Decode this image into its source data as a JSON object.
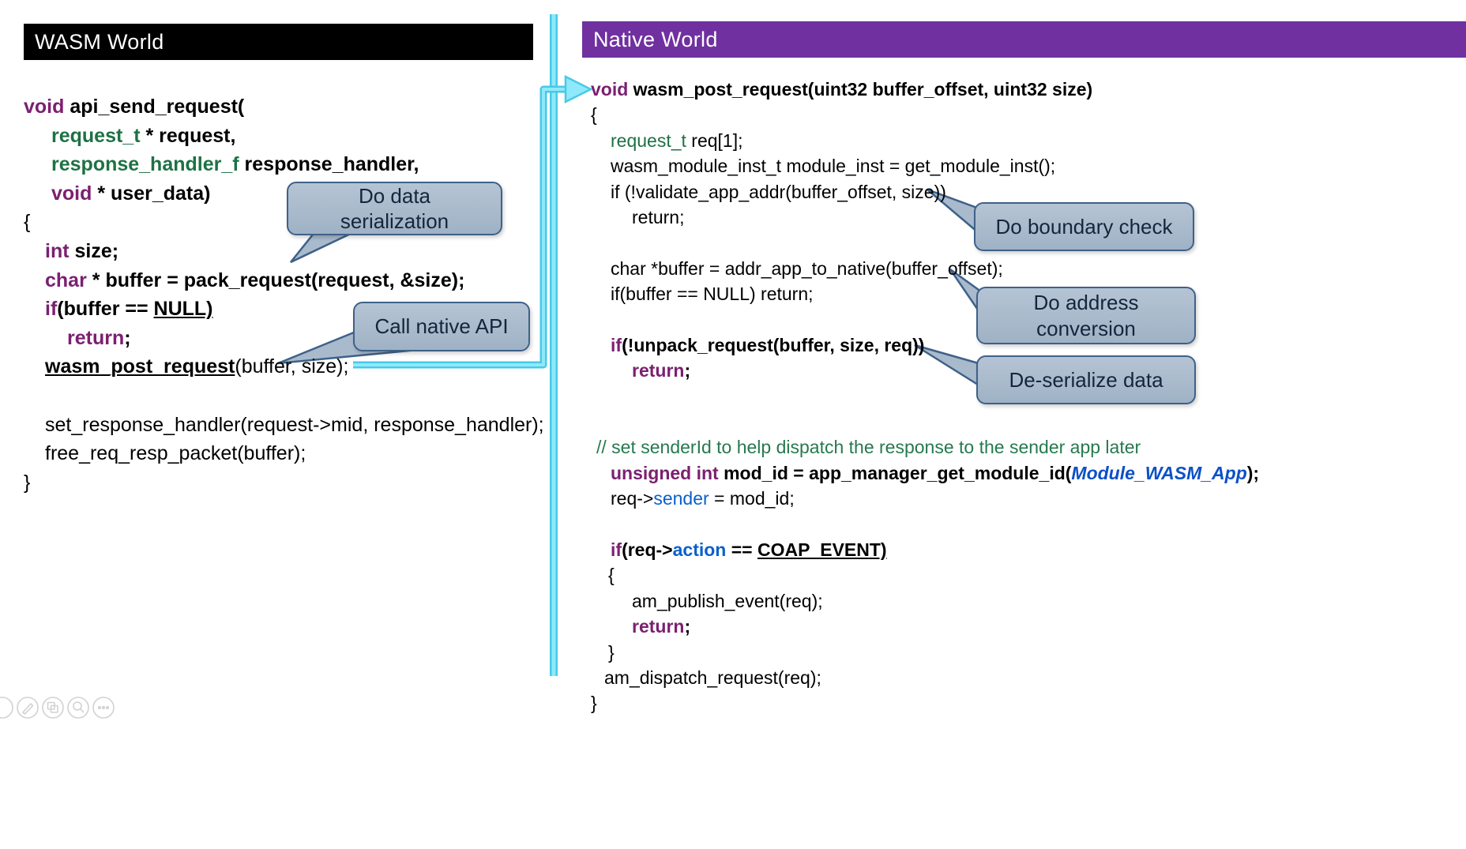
{
  "headers": {
    "wasm": "WASM World",
    "native": "Native World"
  },
  "callouts": [
    {
      "id": "data-serialization",
      "label": "Do data\nserialization"
    },
    {
      "id": "call-native-api",
      "label": "Call native API"
    },
    {
      "id": "boundary-check",
      "label": "Do boundary check"
    },
    {
      "id": "address-conversion",
      "label": "Do address\nconversion"
    },
    {
      "id": "deserialize-data",
      "label": "De-serialize data"
    }
  ],
  "wasm_code": {
    "lines": [
      {
        "indent": 0,
        "seg": [
          {
            "t": "void ",
            "s": "kw"
          },
          {
            "t": "api_send_request(",
            "s": "b"
          }
        ]
      },
      {
        "indent": 35,
        "seg": [
          {
            "t": "request_t ",
            "s": "ty"
          },
          {
            "t": "* request,",
            "s": "b"
          }
        ]
      },
      {
        "indent": 35,
        "seg": [
          {
            "t": "response_handler_f ",
            "s": "ty"
          },
          {
            "t": "response_handler,",
            "s": "b"
          }
        ]
      },
      {
        "indent": 35,
        "seg": [
          {
            "t": "void ",
            "s": "kw"
          },
          {
            "t": "* user_data)",
            "s": "b"
          }
        ]
      },
      {
        "indent": 0,
        "seg": [
          {
            "t": "{",
            "s": "p"
          }
        ]
      },
      {
        "indent": 27,
        "seg": [
          {
            "t": "int ",
            "s": "kw"
          },
          {
            "t": "size;",
            "s": "b"
          }
        ]
      },
      {
        "indent": 27,
        "seg": [
          {
            "t": "char ",
            "s": "kw"
          },
          {
            "t": "* buffer = pack_request(request, &size);",
            "s": "b"
          }
        ]
      },
      {
        "indent": 27,
        "seg": [
          {
            "t": "if",
            "s": "kw"
          },
          {
            "t": "(buffer == ",
            "s": "b"
          },
          {
            "t": "NULL)",
            "s": "bu"
          }
        ]
      },
      {
        "indent": 55,
        "seg": [
          {
            "t": "return",
            "s": "kw"
          },
          {
            "t": ";",
            "s": "b"
          }
        ]
      },
      {
        "indent": 27,
        "seg": [
          {
            "t": "wasm_post_request",
            "s": "bu"
          },
          {
            "t": "(buffer, size);",
            "s": "p"
          }
        ]
      },
      {
        "indent": 0,
        "seg": []
      },
      {
        "indent": 27,
        "seg": [
          {
            "t": "set_response_handler(request->mid, response_handler);",
            "s": "p"
          }
        ]
      },
      {
        "indent": 27,
        "seg": [
          {
            "t": "free_req_resp_packet(buffer);",
            "s": "p"
          }
        ]
      },
      {
        "indent": 0,
        "seg": [
          {
            "t": "}",
            "s": "p"
          }
        ]
      }
    ]
  },
  "native_code": {
    "lines": [
      {
        "indent": 0,
        "seg": [
          {
            "t": "void ",
            "s": "kw"
          },
          {
            "t": "wasm_post_request(uint32 buffer_offset, uint32 size)",
            "s": "b"
          }
        ]
      },
      {
        "indent": 0,
        "seg": [
          {
            "t": "{",
            "s": "p"
          }
        ]
      },
      {
        "indent": 25,
        "seg": [
          {
            "t": "request_t",
            "s": "tyr"
          },
          {
            "t": " req[1];",
            "s": "p"
          }
        ]
      },
      {
        "indent": 25,
        "seg": [
          {
            "t": "wasm_module_inst_t module_inst = get_module_inst();",
            "s": "p"
          }
        ]
      },
      {
        "indent": 25,
        "seg": [
          {
            "t": "if (!validate_app_addr(buffer_offset, size))",
            "s": "p"
          }
        ]
      },
      {
        "indent": 52,
        "seg": [
          {
            "t": "return;",
            "s": "p"
          }
        ]
      },
      {
        "indent": 0,
        "seg": []
      },
      {
        "indent": 25,
        "seg": [
          {
            "t": "char *buffer = addr_app_to_native(buffer_offset);",
            "s": "p"
          }
        ]
      },
      {
        "indent": 25,
        "seg": [
          {
            "t": "if(buffer == NULL) return;",
            "s": "p"
          }
        ]
      },
      {
        "indent": 0,
        "seg": []
      },
      {
        "indent": 25,
        "seg": [
          {
            "t": "if",
            "s": "kw"
          },
          {
            "t": "(!unpack_request(buffer, size, req))",
            "s": "b"
          }
        ]
      },
      {
        "indent": 52,
        "seg": [
          {
            "t": "return",
            "s": "kw"
          },
          {
            "t": ";",
            "s": "b"
          }
        ]
      },
      {
        "indent": 0,
        "seg": []
      },
      {
        "indent": 0,
        "seg": []
      },
      {
        "indent": 7,
        "seg": [
          {
            "t": "// set senderId to help dispatch the response to the sender app later",
            "s": "cm"
          }
        ]
      },
      {
        "indent": 25,
        "seg": [
          {
            "t": "unsigned int ",
            "s": "kw"
          },
          {
            "t": "mod_id = app_manager_get_module_id(",
            "s": "b"
          },
          {
            "t": "Module_WASM_App",
            "s": "bbi"
          },
          {
            "t": ");",
            "s": "b"
          }
        ]
      },
      {
        "indent": 25,
        "seg": [
          {
            "t": "req->",
            "s": "p"
          },
          {
            "t": "sender",
            "s": "bl"
          },
          {
            "t": " = mod_id;",
            "s": "p"
          }
        ]
      },
      {
        "indent": 0,
        "seg": []
      },
      {
        "indent": 25,
        "seg": [
          {
            "t": "if",
            "s": "kw"
          },
          {
            "t": "(req->",
            "s": "b"
          },
          {
            "t": "action",
            "s": "blb"
          },
          {
            "t": " == ",
            "s": "b"
          },
          {
            "t": "COAP_EVENT)",
            "s": "bu"
          }
        ]
      },
      {
        "indent": 22,
        "seg": [
          {
            "t": "{",
            "s": "p"
          }
        ]
      },
      {
        "indent": 52,
        "seg": [
          {
            "t": "am_publish_event(req);",
            "s": "p"
          }
        ]
      },
      {
        "indent": 52,
        "seg": [
          {
            "t": "return",
            "s": "kw"
          },
          {
            "t": ";",
            "s": "b"
          }
        ]
      },
      {
        "indent": 22,
        "seg": [
          {
            "t": "}",
            "s": "p"
          }
        ]
      },
      {
        "indent": 17,
        "seg": [
          {
            "t": "am_dispatch_request(req);",
            "s": "p"
          }
        ]
      },
      {
        "indent": 0,
        "seg": [
          {
            "t": "}",
            "s": "p"
          }
        ]
      }
    ]
  },
  "toolbar": {
    "icons": [
      "previous-slide",
      "pen",
      "see-all-slides",
      "zoom",
      "more"
    ]
  },
  "colors": {
    "wasm_header_bg": "#000000",
    "native_header_bg": "#7030A0",
    "connector_cyan": "#49C9E8",
    "connector_cyan_light": "#8FE9FA",
    "callout_fill": "#A8BACC",
    "callout_border": "#3E6189",
    "keyword_purple": "#7B2071",
    "type_green": "#1E7145",
    "comment_green": "#26794F",
    "identifier_blue": "#0B5FCC"
  }
}
